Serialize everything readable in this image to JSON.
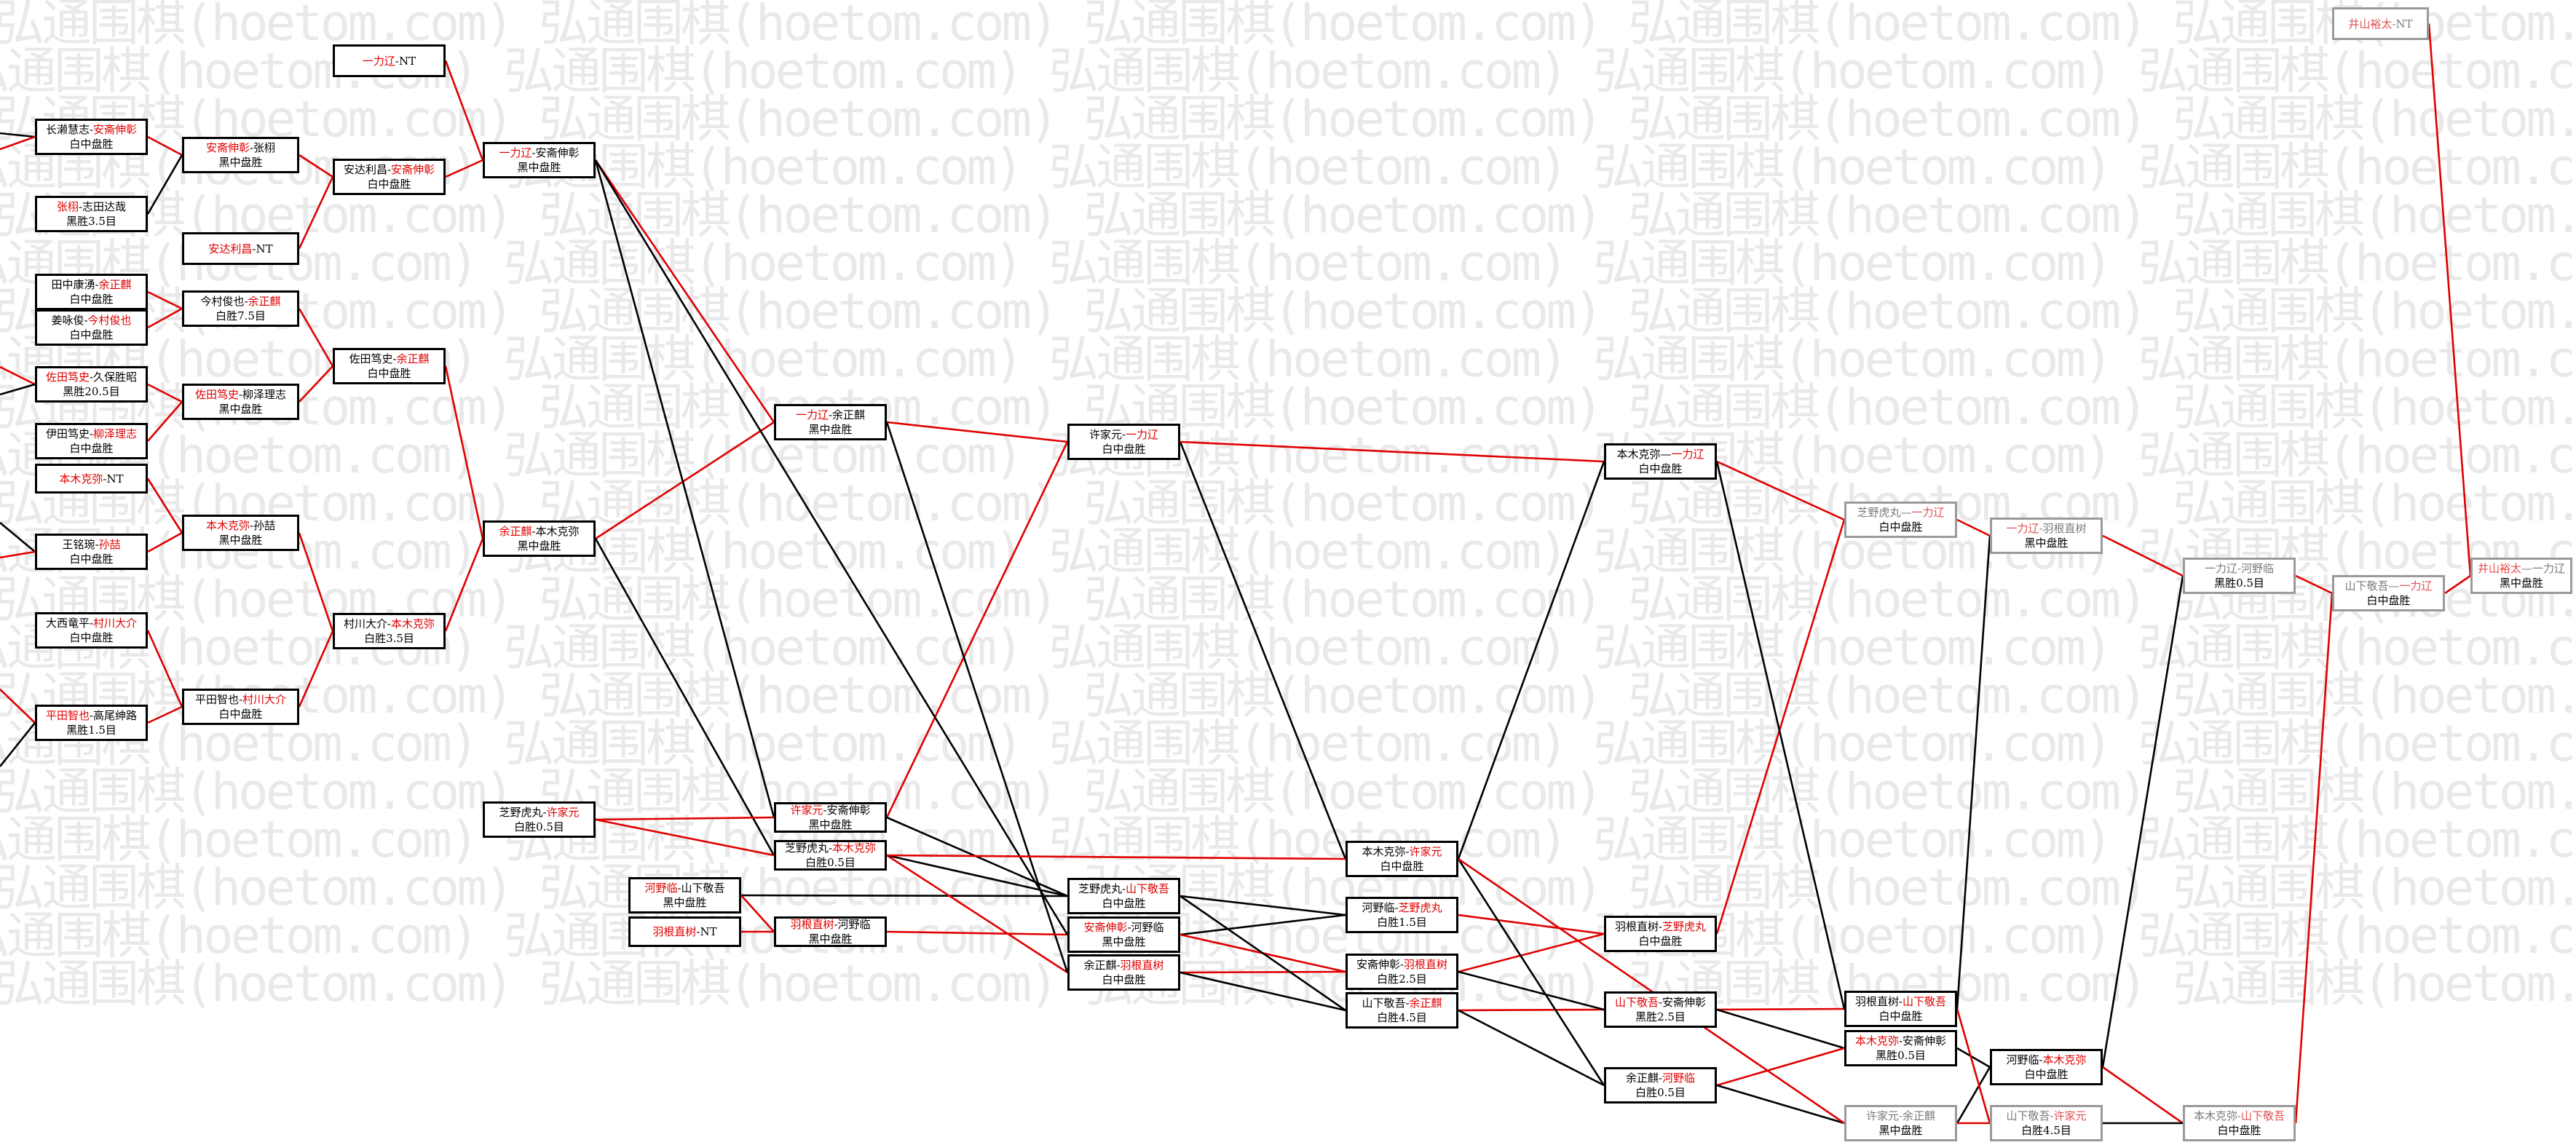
{
  "watermark": "弘通围棋(hoetom.com)",
  "colors": {
    "win": "#e00000",
    "loss": "#000000",
    "box": "#000000",
    "pending": "#9a9a9a",
    "watermark": "#e9e9e9"
  },
  "matches": [
    {
      "id": "m1",
      "p1": "长濑慧志",
      "p2": "安斋伸彰",
      "sep": "-",
      "winner": 2,
      "result": "白中盘胜"
    },
    {
      "id": "m2",
      "p1": "张栩",
      "p2": "志田达哉",
      "sep": "-",
      "winner": 1,
      "result": "黑胜3.5目"
    },
    {
      "id": "m3",
      "p1": "田中康湧",
      "p2": "余正麒",
      "sep": "-",
      "winner": 2,
      "result": "白中盘胜"
    },
    {
      "id": "m4",
      "p1": "姜咏俊",
      "p2": "今村俊也",
      "sep": "-",
      "winner": 2,
      "result": "白中盘胜"
    },
    {
      "id": "m5",
      "p1": "佐田笃史",
      "p2": "久保胜昭",
      "sep": "-",
      "winner": 1,
      "result": "黑胜20.5目"
    },
    {
      "id": "m6",
      "p1": "伊田笃史",
      "p2": "柳泽理志",
      "sep": "-",
      "winner": 2,
      "result": "白中盘胜"
    },
    {
      "id": "m7",
      "p1": "本木克弥",
      "p2": "NT",
      "sep": "-",
      "winner": 1,
      "result": ""
    },
    {
      "id": "m8",
      "p1": "王铭琬",
      "p2": "孙喆",
      "sep": "-",
      "winner": 2,
      "result": "白中盘胜"
    },
    {
      "id": "m9",
      "p1": "大西竜平",
      "p2": "村川大介",
      "sep": "-",
      "winner": 2,
      "result": "白中盘胜"
    },
    {
      "id": "m10",
      "p1": "平田智也",
      "p2": "高尾绅路",
      "sep": "-",
      "winner": 1,
      "result": "黑胜1.5目"
    },
    {
      "id": "m11",
      "p1": "一力辽",
      "p2": "NT",
      "sep": "-",
      "winner": 1,
      "result": ""
    },
    {
      "id": "m12",
      "p1": "安斋伸彰",
      "p2": "张栩",
      "sep": "-",
      "winner": 1,
      "result": "黑中盘胜"
    },
    {
      "id": "m13",
      "p1": "安达利昌",
      "p2": "NT",
      "sep": "-",
      "winner": 1,
      "result": ""
    },
    {
      "id": "m14",
      "p1": "今村俊也",
      "p2": "余正麒",
      "sep": "-",
      "winner": 2,
      "result": "白胜7.5目"
    },
    {
      "id": "m15",
      "p1": "佐田笃史",
      "p2": "柳泽理志",
      "sep": "-",
      "winner": 1,
      "result": "黑中盘胜"
    },
    {
      "id": "m16",
      "p1": "本木克弥",
      "p2": "孙喆",
      "sep": "-",
      "winner": 1,
      "result": "黑中盘胜"
    },
    {
      "id": "m17",
      "p1": "平田智也",
      "p2": "村川大介",
      "sep": "-",
      "winner": 2,
      "result": "白中盘胜"
    },
    {
      "id": "m18",
      "p1": "安达利昌",
      "p2": "安斋伸彰",
      "sep": "-",
      "winner": 2,
      "result": "白中盘胜"
    },
    {
      "id": "m19",
      "p1": "佐田笃史",
      "p2": "余正麒",
      "sep": "-",
      "winner": 2,
      "result": "白中盘胜"
    },
    {
      "id": "m20",
      "p1": "村川大介",
      "p2": "本木克弥",
      "sep": "-",
      "winner": 2,
      "result": "白胜3.5目"
    },
    {
      "id": "m21",
      "p1": "一力辽",
      "p2": "安斋伸彰",
      "sep": "-",
      "winner": 1,
      "result": "黑中盘胜"
    },
    {
      "id": "m22",
      "p1": "余正麒",
      "p2": "本木克弥",
      "sep": "-",
      "winner": 1,
      "result": "黑中盘胜"
    },
    {
      "id": "m23",
      "p1": "一力辽",
      "p2": "余正麒",
      "sep": "-",
      "winner": 1,
      "result": "黑中盘胜"
    },
    {
      "id": "m24",
      "p1": "芝野虎丸",
      "p2": "许家元",
      "sep": "-",
      "winner": 2,
      "result": "白胜0.5目"
    },
    {
      "id": "m25",
      "p1": "许家元",
      "p2": "安斋伸彰",
      "sep": "-",
      "winner": 1,
      "result": "黑中盘胜"
    },
    {
      "id": "m26",
      "p1": "芝野虎丸",
      "p2": "本木克弥",
      "sep": "-",
      "winner": 2,
      "result": "白胜0.5目"
    },
    {
      "id": "m27",
      "p1": "河野临",
      "p2": "山下敬吾",
      "sep": "-",
      "winner": 1,
      "result": "黑中盘胜"
    },
    {
      "id": "m28",
      "p1": "羽根直树",
      "p2": "NT",
      "sep": "-",
      "winner": 1,
      "result": ""
    },
    {
      "id": "m29",
      "p1": "羽根直树",
      "p2": "河野临",
      "sep": "-",
      "winner": 1,
      "result": "黑中盘胜"
    },
    {
      "id": "m30",
      "p1": "许家元",
      "p2": "一力辽",
      "sep": "-",
      "winner": 2,
      "result": "白中盘胜"
    },
    {
      "id": "m31",
      "p1": "芝野虎丸",
      "p2": "山下敬吾",
      "sep": "-",
      "winner": 2,
      "result": "白中盘胜"
    },
    {
      "id": "m32",
      "p1": "安斋伸彰",
      "p2": "河野临",
      "sep": "-",
      "winner": 1,
      "result": "黑中盘胜"
    },
    {
      "id": "m33",
      "p1": "余正麒",
      "p2": "羽根直树",
      "sep": "-",
      "winner": 2,
      "result": "白中盘胜"
    },
    {
      "id": "m34",
      "p1": "本木克弥",
      "p2": "许家元",
      "sep": "-",
      "winner": 2,
      "result": "白中盘胜"
    },
    {
      "id": "m35",
      "p1": "河野临",
      "p2": "芝野虎丸",
      "sep": "-",
      "winner": 2,
      "result": "白胜1.5目"
    },
    {
      "id": "m36",
      "p1": "安斋伸彰",
      "p2": "羽根直树",
      "sep": "-",
      "winner": 2,
      "result": "白胜2.5目"
    },
    {
      "id": "m37",
      "p1": "山下敬吾",
      "p2": "余正麒",
      "sep": "-",
      "winner": 2,
      "result": "白胜4.5目"
    },
    {
      "id": "m38",
      "p1": "本木克弥",
      "p2": "一力辽",
      "sep": "—",
      "winner": 2,
      "result": "白中盘胜"
    },
    {
      "id": "m39",
      "p1": "羽根直树",
      "p2": "芝野虎丸",
      "sep": "-",
      "winner": 2,
      "result": "白中盘胜"
    },
    {
      "id": "m40",
      "p1": "山下敬吾",
      "p2": "安斋伸彰",
      "sep": "-",
      "winner": 1,
      "result": "黑胜2.5目"
    },
    {
      "id": "m41",
      "p1": "余正麒",
      "p2": "河野临",
      "sep": "-",
      "winner": 2,
      "result": "白胜0.5目"
    },
    {
      "id": "m42",
      "p1": "芝野虎丸",
      "p2": "一力辽",
      "sep": "—",
      "winner": 2,
      "result": "白中盘胜",
      "pending": true
    },
    {
      "id": "m43",
      "p1": "羽根直树",
      "p2": "山下敬吾",
      "sep": "-",
      "winner": 2,
      "result": "白中盘胜"
    },
    {
      "id": "m44",
      "p1": "本木克弥",
      "p2": "安斋伸彰",
      "sep": "-",
      "winner": 1,
      "result": "黑胜0.5目"
    },
    {
      "id": "m45",
      "p1": "许家元",
      "p2": "余正麒",
      "sep": "-",
      "winner": 0,
      "result": "黑中盘胜",
      "pending": true
    },
    {
      "id": "m46",
      "p1": "一力辽",
      "p2": "羽根直树",
      "sep": "-",
      "winner": 1,
      "result": "黑中盘胜",
      "pending": true
    },
    {
      "id": "m47",
      "p1": "河野临",
      "p2": "本木克弥",
      "sep": "-",
      "winner": 2,
      "result": "白中盘胜"
    },
    {
      "id": "m48",
      "p1": "山下敬吾",
      "p2": "许家元",
      "sep": "-",
      "winner": 2,
      "result": "白胜4.5目",
      "pending": true
    },
    {
      "id": "m49",
      "p1": "一力辽",
      "p2": "河野临",
      "sep": "-",
      "winner": 0,
      "result": "黑胜0.5目",
      "pending": true
    },
    {
      "id": "m50",
      "p1": "本木克弥",
      "p2": "山下敬吾",
      "sep": "-",
      "winner": 2,
      "result": "白中盘胜",
      "pending": true
    },
    {
      "id": "m51",
      "p1": "山下敬吾",
      "p2": "一力辽",
      "sep": "—",
      "winner": 2,
      "result": "白中盘胜",
      "pending": true
    },
    {
      "id": "m52",
      "p1": "井山裕太",
      "p2": "NT",
      "sep": "-",
      "winner": 1,
      "result": "",
      "pending": true
    },
    {
      "id": "m53",
      "p1": "井山裕太",
      "p2": "一力辽",
      "sep": "—",
      "winner": 1,
      "result": "黑中盘胜",
      "pending": true
    }
  ]
}
